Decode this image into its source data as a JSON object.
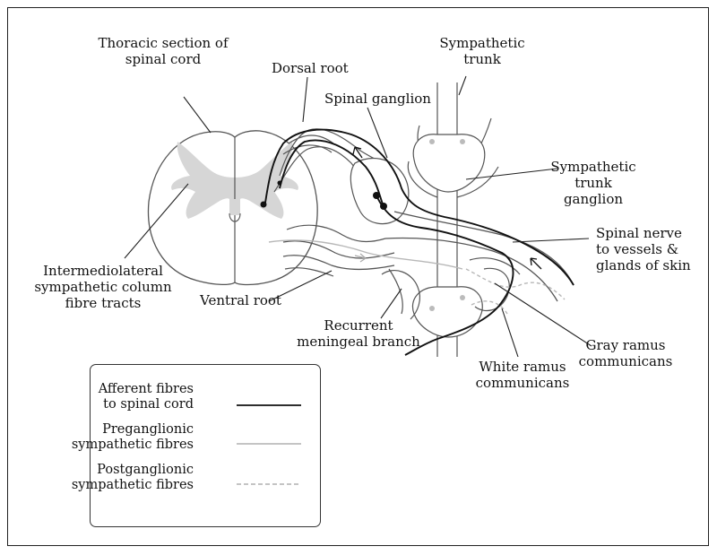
{
  "labels": {
    "thoracic": "Thoracic section of spinal cord",
    "dorsal_root": "Dorsal root",
    "symp_trunk": "Sympathetic trunk",
    "spinal_ganglion": "Spinal ganglion",
    "symp_trunk_ganglion": "Sympathetic trunk ganglion",
    "spinal_nerve": "Spinal nerve to vessels & glands of skin",
    "intermediolateral": "Intermediolateral sympathetic column fibre tracts",
    "ventral_root": "Ventral root",
    "recurrent": "Recurrent meningeal branch",
    "gray_ramus": "Gray ramus communicans",
    "white_ramus": "White ramus communicans"
  },
  "legend": [
    {
      "label": "Afferent fibres to spinal cord",
      "color": "#111111",
      "style": "solid"
    },
    {
      "label": "Preganglionic sympathetic fibres",
      "color": "#b0b0b0",
      "style": "solid"
    },
    {
      "label": "Postganglionic sympathetic fibres",
      "color": "#b0b0b0",
      "style": "dashed"
    }
  ]
}
